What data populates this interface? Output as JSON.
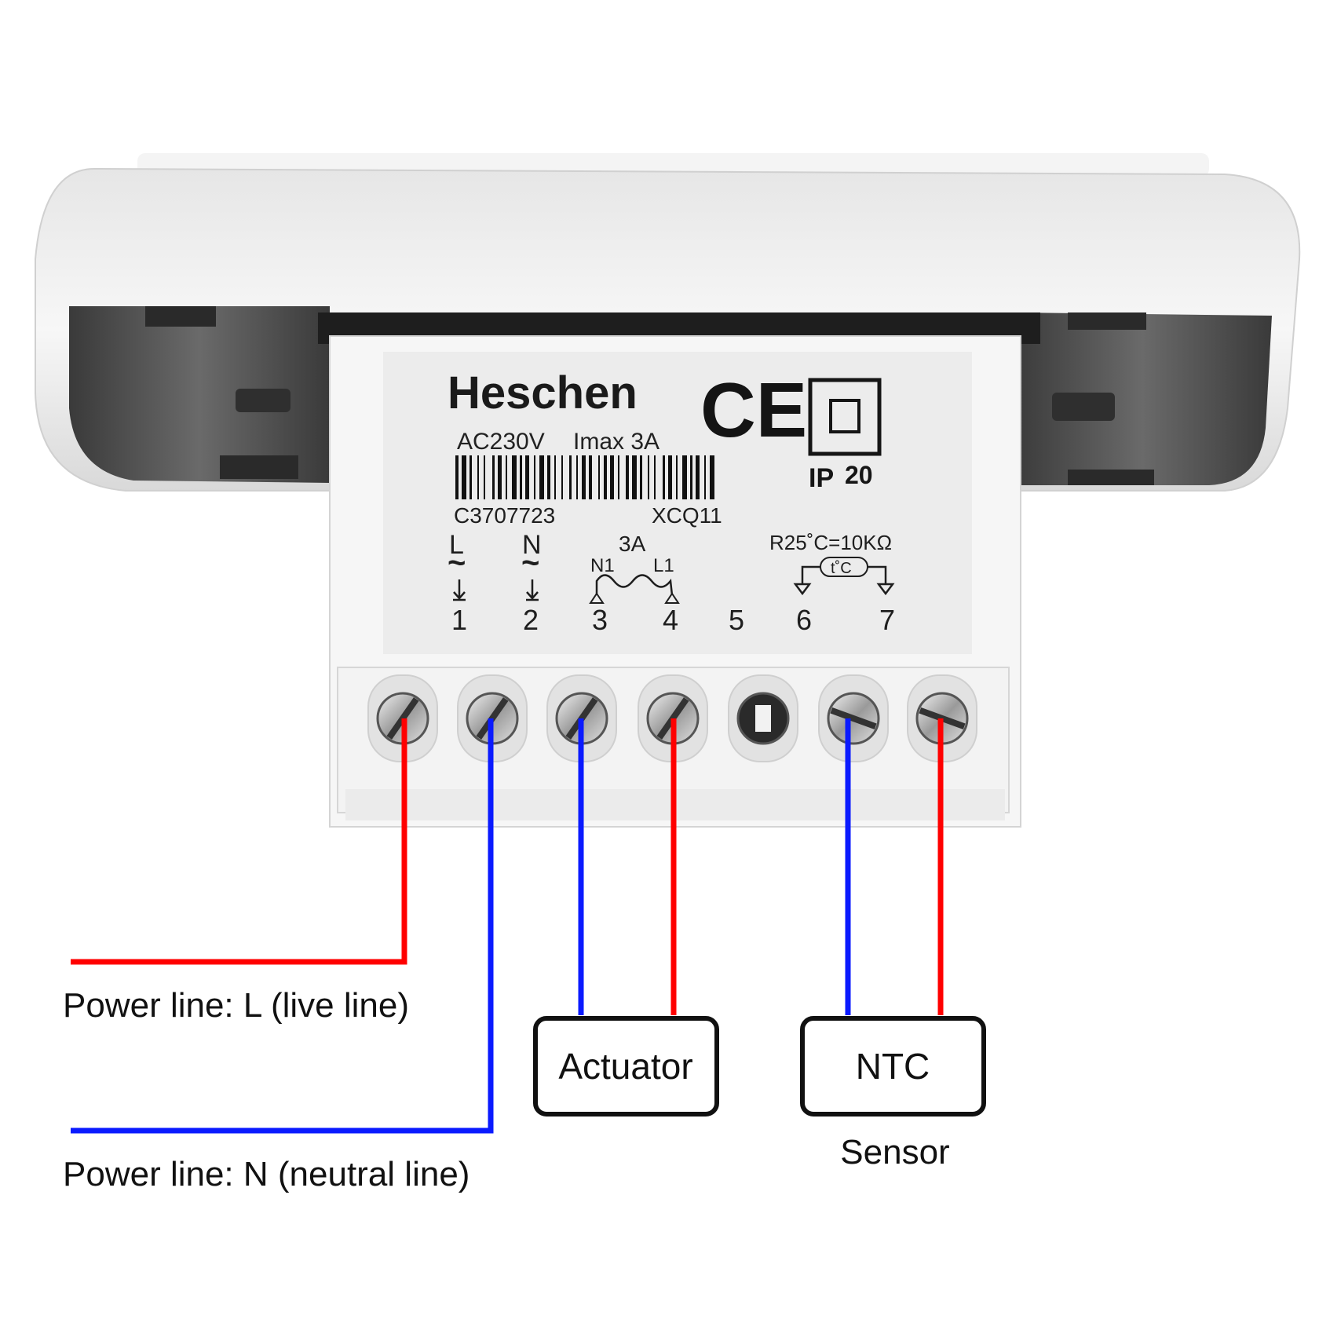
{
  "label": {
    "brand": "Heschen",
    "ce_mark": "CE",
    "voltage": "AC230V",
    "current": "Imax 3A",
    "serial": "C3707723",
    "model": "XCQ11",
    "ip_prefix": "IP",
    "ip_rating": "20",
    "relay_rating": "3A",
    "relay_n": "N1",
    "relay_l": "L1",
    "sensor_spec": "R25˚C=10KΩ",
    "sensor_symbol": "t˚C",
    "terminal_letters": [
      "L",
      "N"
    ],
    "tilde": "~",
    "terminal_numbers": [
      "1",
      "2",
      "3",
      "4",
      "5",
      "6",
      "7"
    ]
  },
  "diagram": {
    "power_l": "Power line: L (live line)",
    "power_n": "Power line: N (neutral line)",
    "actuator": "Actuator",
    "ntc": "NTC",
    "sensor": "Sensor"
  },
  "colors": {
    "live": "#ff0000",
    "neutral": "#0a1aff",
    "housing": "#f1f1f1",
    "cavity": "#4a4a4a"
  }
}
